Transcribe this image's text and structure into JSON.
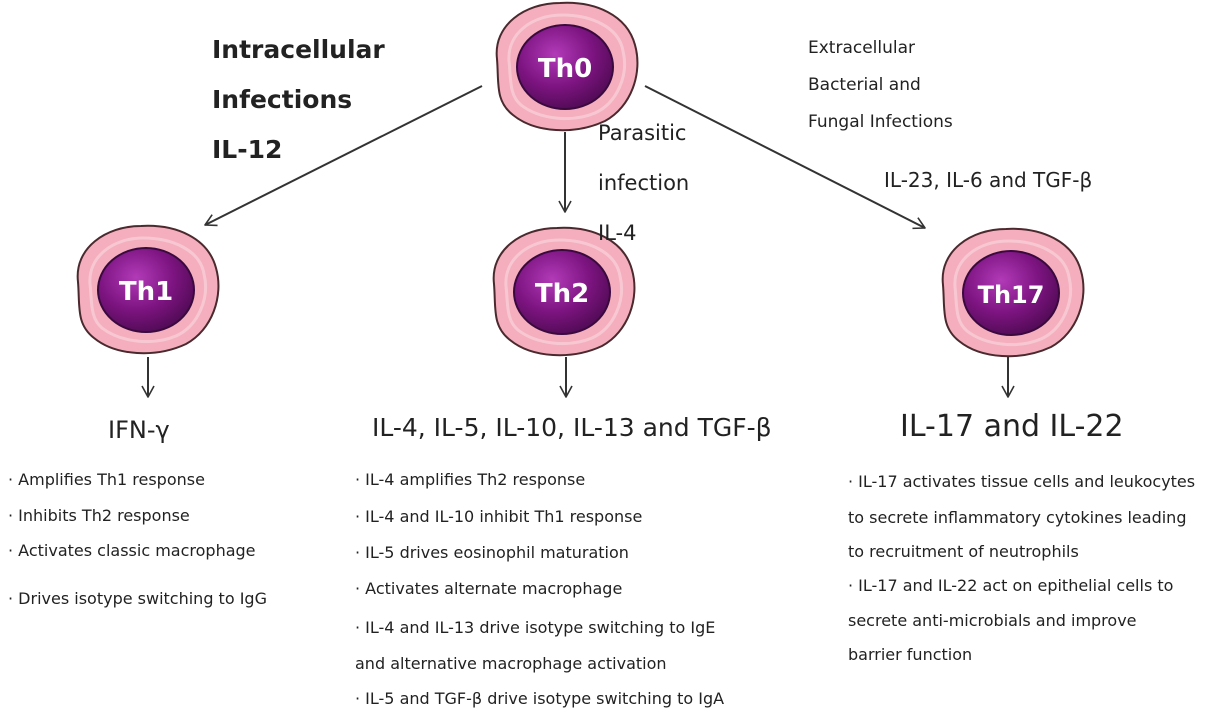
{
  "cells": {
    "th0": {
      "label": "Th0"
    },
    "th1": {
      "label": "Th1"
    },
    "th2": {
      "label": "Th2"
    },
    "th17": {
      "label": "Th17"
    }
  },
  "pathways": {
    "left": [
      "Intracellular",
      "Infections",
      "IL-12"
    ],
    "middle": [
      "Parasitic",
      "infection",
      "IL-4"
    ],
    "right_context": [
      "Extracellular",
      "Bacterial and",
      "Fungal Infections"
    ],
    "right_cytokines": "IL-23, IL-6 and TGF-β"
  },
  "outputs": {
    "th1": {
      "cytokines": "IFN-γ",
      "effects": [
        "· Amplifies Th1 response",
        "· Inhibits Th2 response",
        "· Activates classic macrophage",
        "· Drives isotype switching to IgG"
      ]
    },
    "th2": {
      "cytokines": "IL-4, IL-5, IL-10, IL-13 and TGF-β",
      "effects": [
        "· IL-4 amplifies Th2 response",
        "· IL-4 and IL-10 inhibit Th1 response",
        "· IL-5 drives eosinophil maturation",
        "· Activates alternate macrophage",
        "· IL-4 and IL-13 drive isotype switching to IgE",
        "and alternative macrophage activation",
        "· IL-5 and TGF-β drive isotype switching to IgA"
      ]
    },
    "th17": {
      "cytokines": "IL-17 and IL-22",
      "effects": [
        "· IL-17 activates tissue cells and leukocytes",
        "to secrete inflammatory cytokines leading",
        "to recruitment of neutrophils",
        "· IL-17 and IL-22 act on epithelial cells to",
        "secrete anti-microbials and improve",
        "barrier function"
      ]
    }
  },
  "colors": {
    "cell_body": "#f5aebd",
    "cell_outline": "#4a2a2e",
    "cell_inner_ring": "#f8c8d2",
    "nucleus": "#7d1481",
    "nucleus_highlight": "#a030a6",
    "arrow": "#333333"
  }
}
